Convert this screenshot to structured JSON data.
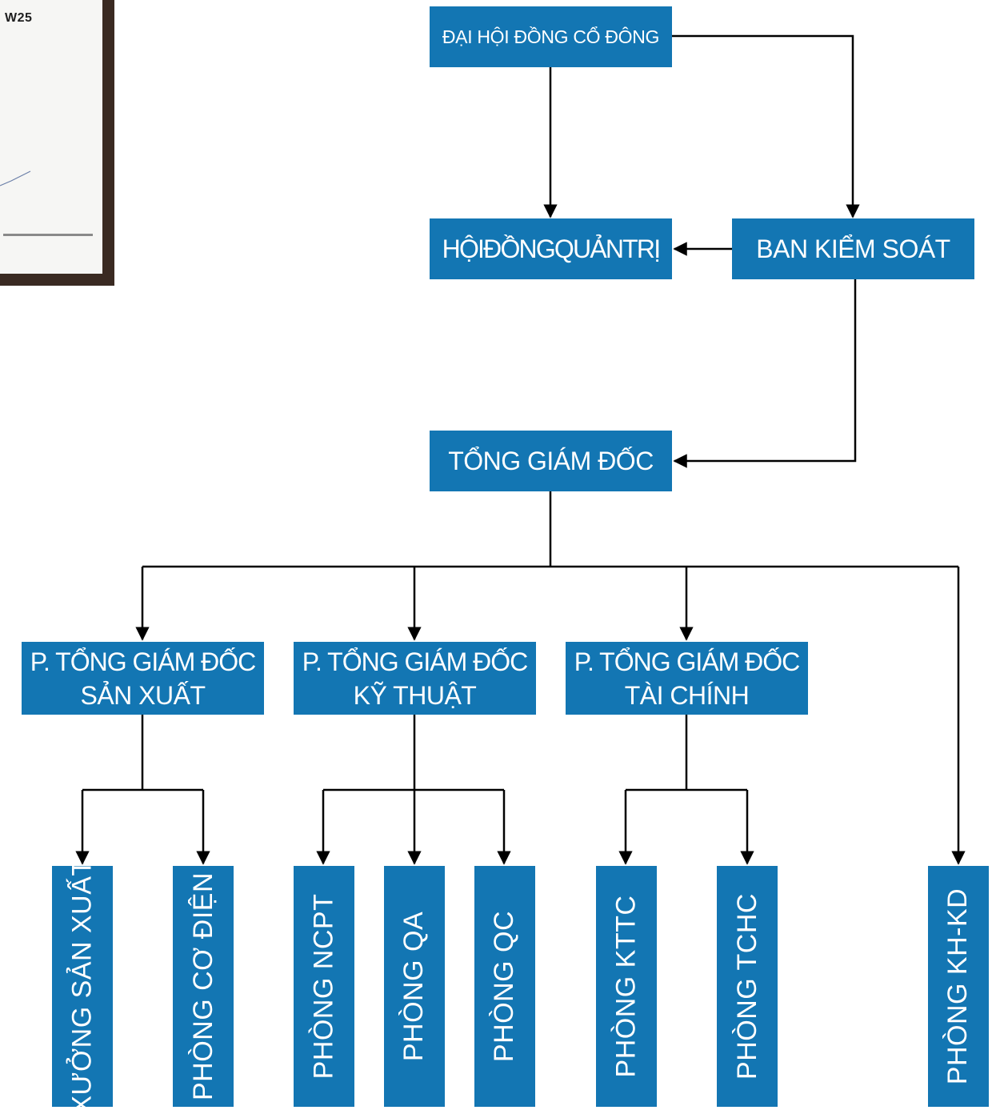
{
  "photo": {
    "caption": "W25"
  },
  "diagram": {
    "box_color": "#1376b3",
    "line_color": "#000000",
    "shareholders": "ĐẠI HỘI ĐỒNG CỔ ĐÔNG",
    "board": "HỘIĐỒNGQUẢNTRỊ",
    "supervisory": "BAN KIỂM SOÁT",
    "ceo": "TỔNG GIÁM ĐỐC",
    "deputies": [
      {
        "line1": "P. TỔNG GIÁM ĐỐC",
        "line2": "SẢN XUẤT"
      },
      {
        "line1": "P. TỔNG GIÁM ĐỐC",
        "line2": "KỸ THUẬT"
      },
      {
        "line1": "P. TỔNG GIÁM ĐỐC",
        "line2": "TÀI CHÍNH"
      }
    ],
    "departments": [
      "XƯỞNG SẢN XUẤT",
      "PHÒNG CƠ ĐIỆN",
      "PHÒNG  NCPT",
      "PHÒNG  QA",
      "PHÒNG  QC",
      "PHÒNG  KTTC",
      "PHÒNG  TCHC",
      "PHÒNG KH-KD"
    ]
  }
}
